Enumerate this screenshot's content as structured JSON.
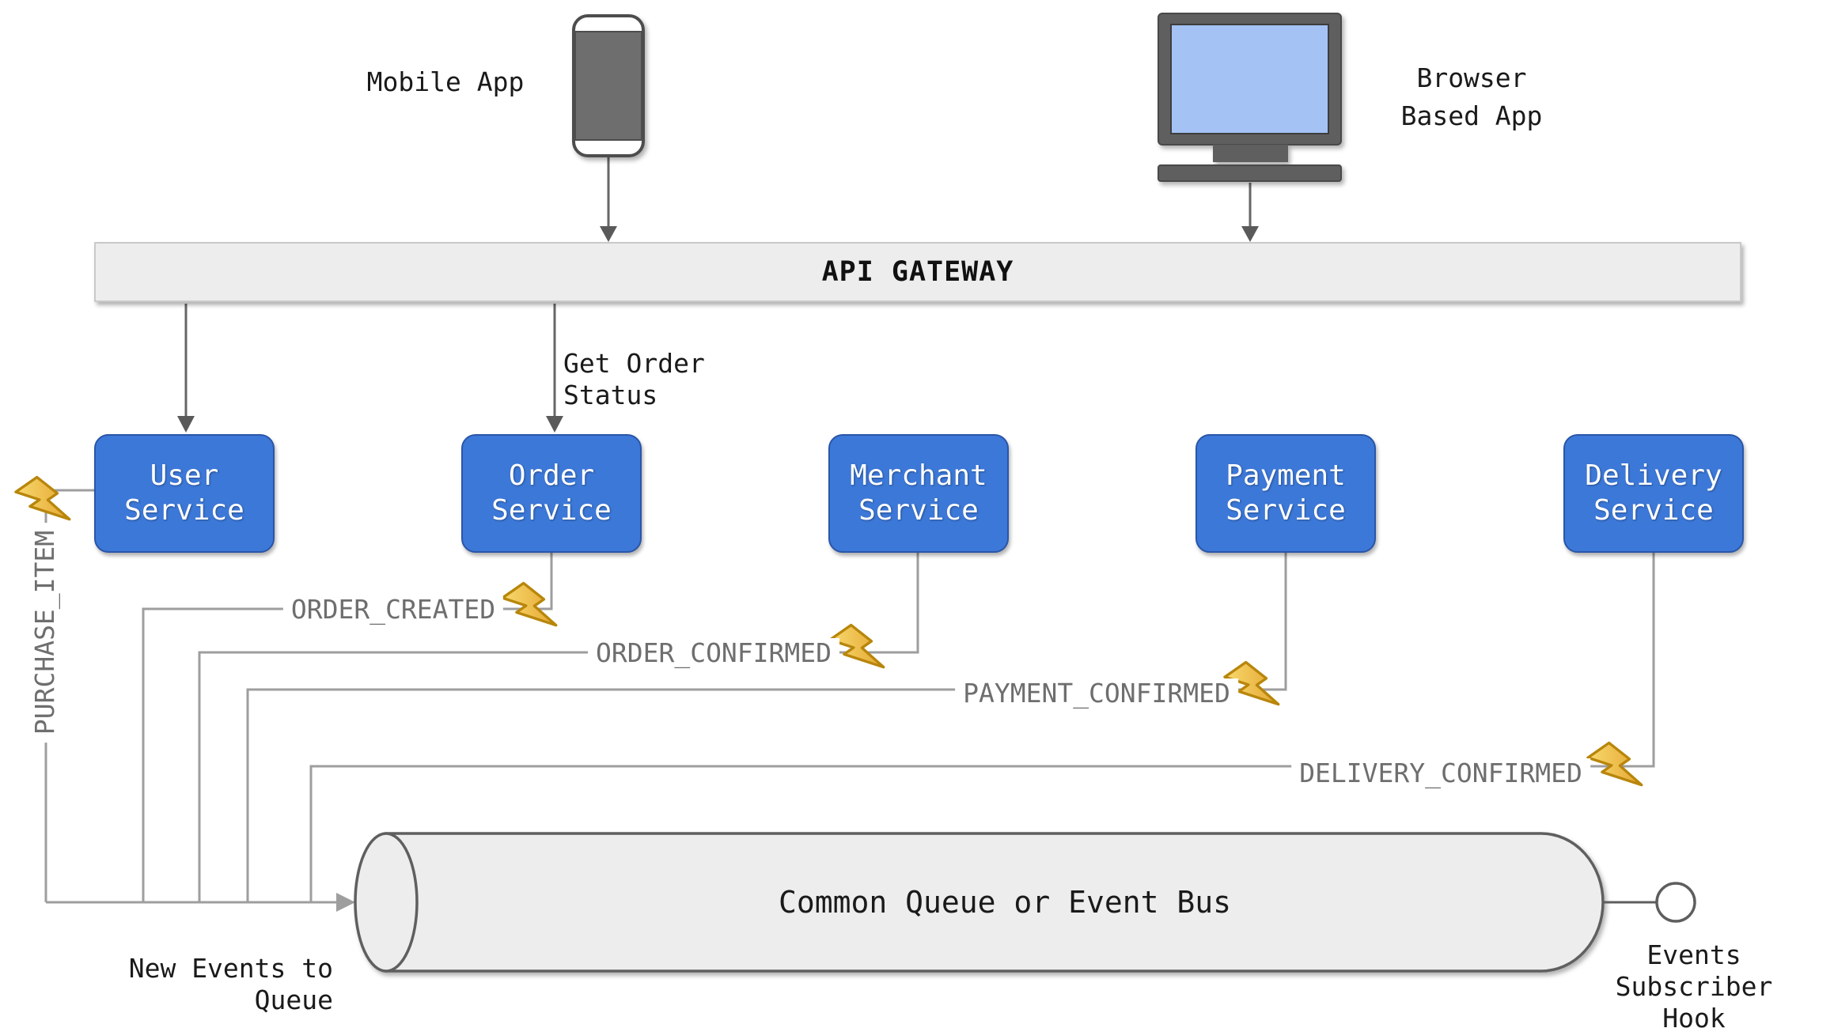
{
  "devices": {
    "mobile": {
      "label": "Mobile App"
    },
    "browser": {
      "label": "Browser\nBased App"
    }
  },
  "gateway": {
    "label": "API GATEWAY"
  },
  "flows": {
    "get_order_status": "Get Order\nStatus",
    "new_events_to_queue": "New Events to\nQueue",
    "events_subscriber_hook": "Events\nSubscriber Hook"
  },
  "services": [
    {
      "id": "user-service",
      "label": "User\nService"
    },
    {
      "id": "order-service",
      "label": "Order\nService"
    },
    {
      "id": "merchant-service",
      "label": "Merchant\nService"
    },
    {
      "id": "payment-service",
      "label": "Payment\nService"
    },
    {
      "id": "delivery-service",
      "label": "Delivery\nService"
    }
  ],
  "events": [
    {
      "name": "PURCHASE_ITEM"
    },
    {
      "name": "ORDER_CREATED"
    },
    {
      "name": "ORDER_CONFIRMED"
    },
    {
      "name": "PAYMENT_CONFIRMED"
    },
    {
      "name": "DELIVERY_CONFIRMED"
    }
  ],
  "queue": {
    "label": "Common Queue or Event Bus"
  },
  "colors": {
    "service_fill": "#3c78d8",
    "service_border": "#2a56a8",
    "gateway_fill": "#ededed",
    "monitor_screen_blue": "#a4c2f4",
    "device_gray": "#5f5f5f",
    "connector_gray": "#9e9e9e",
    "arrow_dark": "#5a5a5a",
    "event_text_gray": "#6e6e6e",
    "bolt_gold": "#edb93d",
    "bolt_outline": "#b8860b",
    "cylinder_fill": "#ededed",
    "cylinder_stroke": "#5e5e5e"
  }
}
